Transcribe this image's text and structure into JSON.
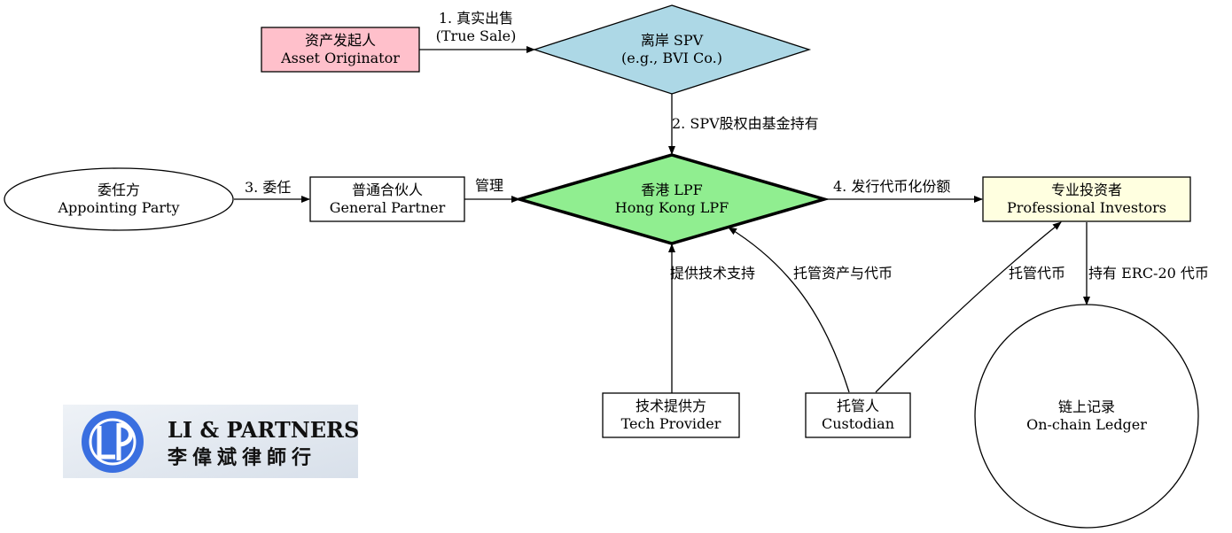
{
  "nodes": {
    "originator": {
      "zh": "资产发起人",
      "en": "Asset Originator",
      "fill": "#ffc0cb"
    },
    "spv": {
      "zh": "离岸 SPV",
      "en": "(e.g., BVI Co.)",
      "fill": "#add8e6"
    },
    "appointing": {
      "zh": "委任方",
      "en": "Appointing Party"
    },
    "gp": {
      "zh": "普通合伙人",
      "en": "General Partner"
    },
    "lpf": {
      "zh": "香港 LPF",
      "en": "Hong Kong LPF",
      "fill": "#90ee90"
    },
    "investors": {
      "zh": "专业投资者",
      "en": "Professional Investors",
      "fill": "#ffffe0"
    },
    "tech": {
      "zh": "技术提供方",
      "en": "Tech Provider"
    },
    "custodian": {
      "zh": "托管人",
      "en": "Custodian"
    },
    "ledger": {
      "zh": "链上记录",
      "en": "On-chain Ledger"
    }
  },
  "edges": {
    "e1": {
      "line1": "1. 真实出售",
      "line2": "(True Sale)"
    },
    "e2": "2. SPV股权由基金持有",
    "e3": "3. 委任",
    "manage": "管理",
    "e4": "4. 发行代币化份额",
    "tech_support": "提供技术支持",
    "custody_assets": "托管资产与代币",
    "custody_tokens": "托管代币",
    "hold_erc20": "持有 ERC-20 代币"
  },
  "logo": {
    "name_en": "LI & PARTNERS",
    "name_zh": "李偉斌律師行",
    "brand_color": "#3a6fe0"
  }
}
